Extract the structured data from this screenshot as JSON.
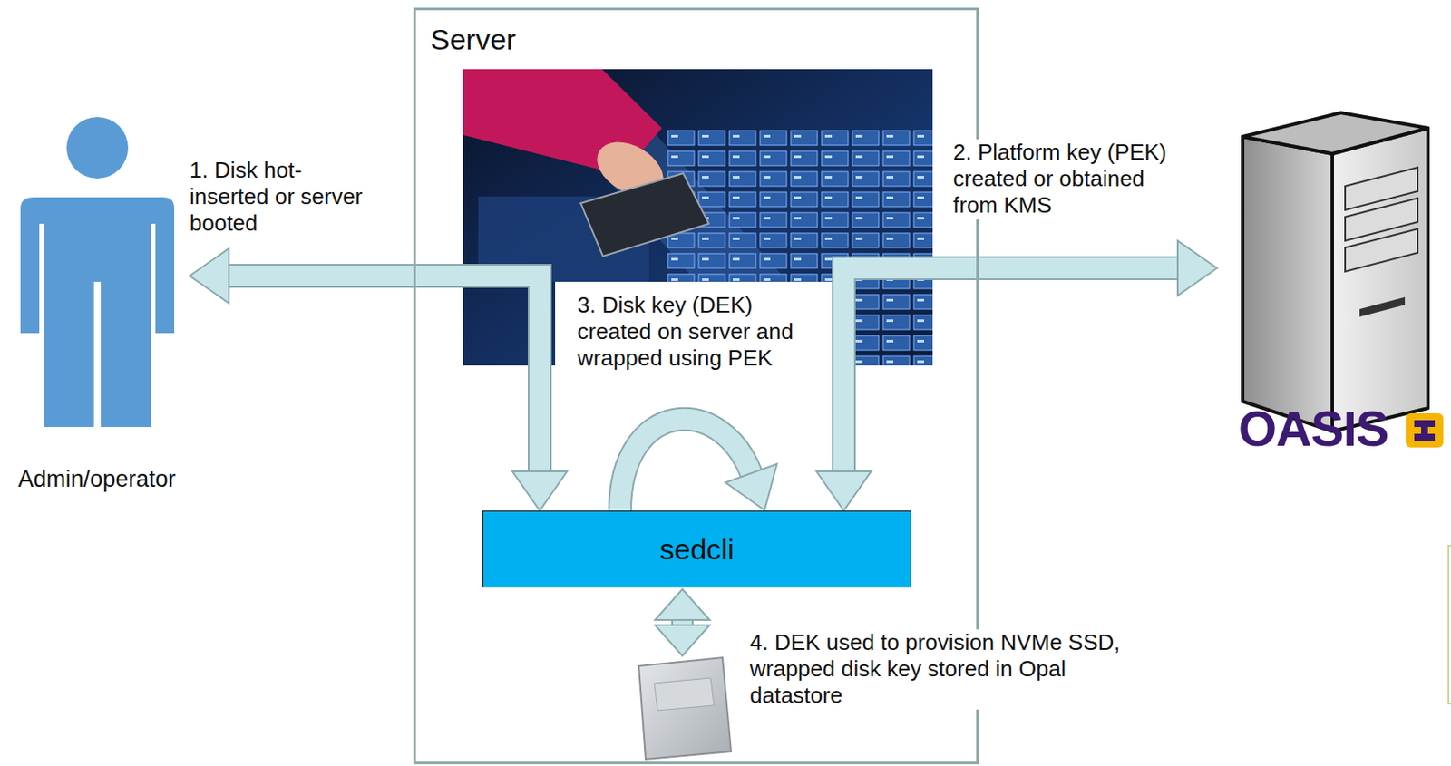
{
  "diagram": {
    "nodes": [
      {
        "text": [
          "Admin/operator"
        ]
      },
      {
        "text": [
          "Server"
        ]
      },
      {
        "text": [
          "sedcli"
        ],
        "in": 1
      },
      {
        "text": [
          "OASIS"
        ]
      }
    ],
    "edges": [
      {
        "from": 0,
        "to": 2,
        "arrow": "both",
        "label": "1. Disk hot-inserted or server booted"
      },
      {
        "from": 2,
        "to": 3,
        "arrow": "both",
        "label": "2. Platform key (PEK) created or obtained from KMS"
      },
      {
        "from": 2,
        "to": 2,
        "arrow": "to",
        "label": "3. Disk key (DEK) created on server and wrapped using PEK"
      }
    ],
    "labels": [
      "4. DEK used to provision NVMe SSD, wrapped disk key stored in Opal datastore"
    ]
  }
}
